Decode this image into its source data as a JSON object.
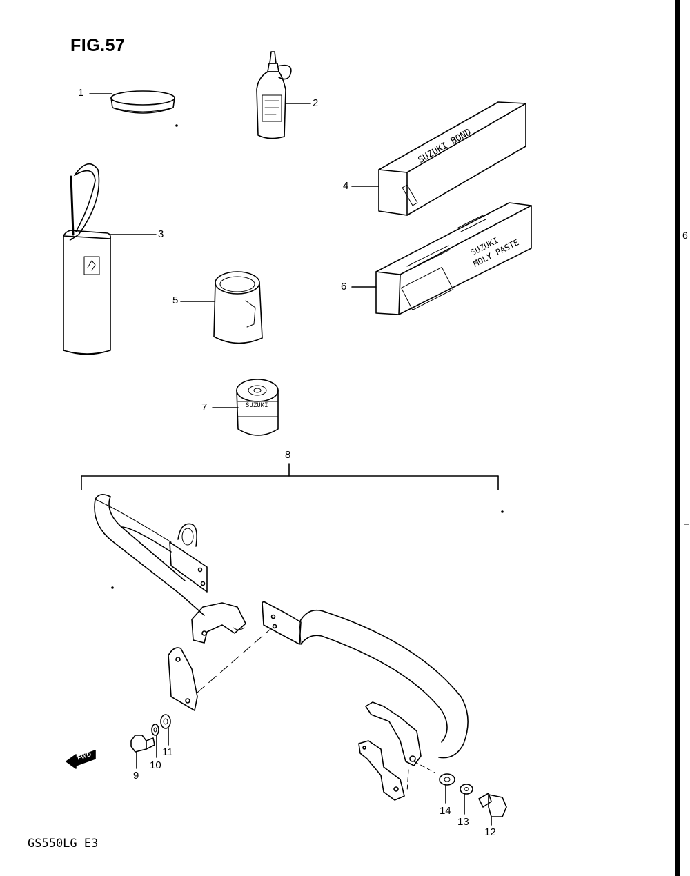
{
  "figure": {
    "title": "FIG.57",
    "model_code": "GS550LG  E3",
    "side_mark": "6"
  },
  "callouts": [
    {
      "id": "1",
      "label": "1"
    },
    {
      "id": "2",
      "label": "2"
    },
    {
      "id": "3",
      "label": "3"
    },
    {
      "id": "4",
      "label": "4"
    },
    {
      "id": "5",
      "label": "5"
    },
    {
      "id": "6",
      "label": "6"
    },
    {
      "id": "7",
      "label": "7"
    },
    {
      "id": "8",
      "label": "8"
    },
    {
      "id": "9",
      "label": "9"
    },
    {
      "id": "10",
      "label": "10"
    },
    {
      "id": "11",
      "label": "11"
    },
    {
      "id": "12",
      "label": "12"
    },
    {
      "id": "13",
      "label": "13"
    },
    {
      "id": "14",
      "label": "14"
    }
  ],
  "package_text": {
    "bond_box": "SUZUKI BOND",
    "paste_box_line1": "SUZUKI",
    "paste_box_line2": "MOLY PASTE",
    "can7": "SUZUKI",
    "fwd": "FWD"
  },
  "colors": {
    "ink": "#000000",
    "paper": "#ffffff"
  }
}
